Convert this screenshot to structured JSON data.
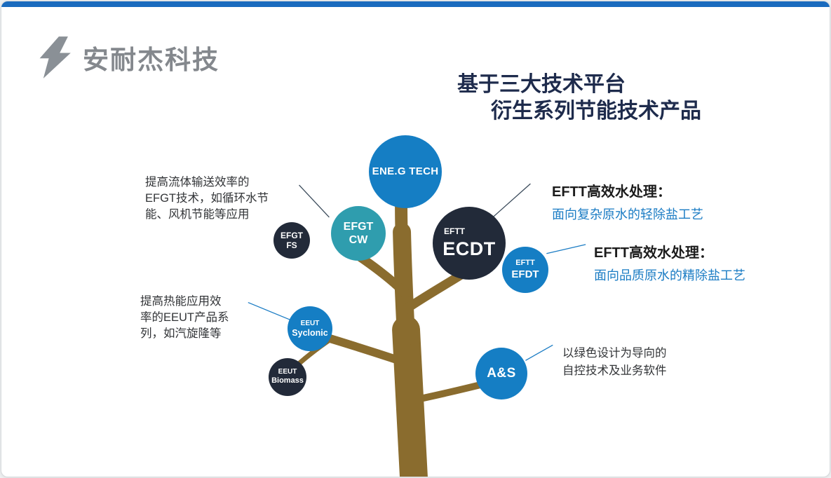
{
  "logo": {
    "company": "安耐杰科技"
  },
  "title": {
    "line1": "基于三大技术平台",
    "line2": "衍生系列节能技术产品"
  },
  "nodes": {
    "ene_g_tech": {
      "label": "ENE.G TECH"
    },
    "efgt_cw": {
      "line1": "EFGT",
      "line2": "CW"
    },
    "efgt_fs": {
      "line1": "EFGT",
      "line2": "FS"
    },
    "ecdt": {
      "tag": "EFTT",
      "label": "ECDT"
    },
    "efdt": {
      "tag": "EFTT",
      "label": "EFDT"
    },
    "eeut_syclonic": {
      "tag": "EEUT",
      "label": "Syclonic"
    },
    "eeut_biomass": {
      "tag": "EEUT",
      "label": "Biomass"
    },
    "a_and_s": {
      "label": "A&S"
    }
  },
  "annotations": {
    "efgt": {
      "line1": "提高流体输送效率的",
      "line2": "EFGT技术，如循环水节",
      "line3": "能、风机节能等应用"
    },
    "eeut": {
      "line1": "提高热能应用效",
      "line2": "率的EEUT产品系",
      "line3": "列，如汽旋隆等"
    },
    "eftt_ecdt": {
      "heading": "EFTT高效水处理：",
      "detail": "面向复杂原水的轻除盐工艺"
    },
    "eftt_efdt": {
      "heading": "EFTT高效水处理：",
      "detail": "面向品质原水的精除盐工艺"
    },
    "a_and_s": {
      "line1": "以绿色设计为导向的",
      "line2": "自控技术及业务软件"
    }
  },
  "colors": {
    "accent_blue": "#157EC4",
    "teal": "#2F9DAE",
    "dark_navy": "#222A39",
    "branch_brown": "#8A6C2E",
    "title_navy": "#1E2B4C",
    "top_bar_blue": "#1A6BBE",
    "detail_blue": "#1B7CC4"
  }
}
